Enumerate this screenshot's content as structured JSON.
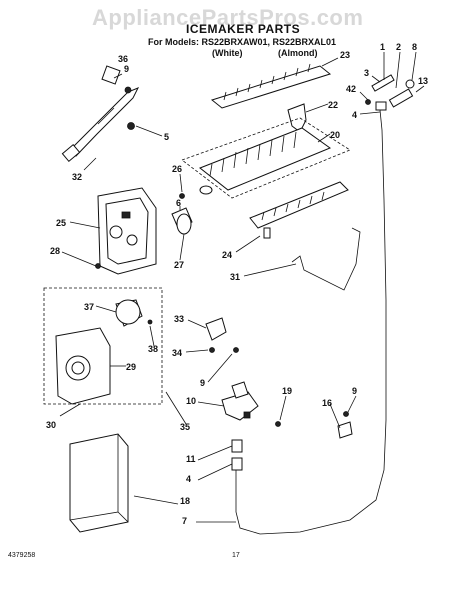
{
  "header": {
    "watermark": "AppliancePartsPros.com",
    "title": "ICEMAKER PARTS",
    "models_line": "For Models: RS22BRXAW01, RS22BRXAL01",
    "variant_white": "(White)",
    "variant_almond": "(Almond)"
  },
  "callouts": [
    "36",
    "9",
    "23",
    "1",
    "2",
    "8",
    "3",
    "13",
    "42",
    "22",
    "4",
    "5",
    "20",
    "32",
    "26",
    "6",
    "25",
    "28",
    "27",
    "24",
    "31",
    "37",
    "33",
    "38",
    "34",
    "29",
    "9",
    "10",
    "19",
    "9",
    "16",
    "30",
    "35",
    "11",
    "4",
    "18",
    "7"
  ],
  "footer": {
    "doc_number": "4379258",
    "page_number": "17"
  }
}
